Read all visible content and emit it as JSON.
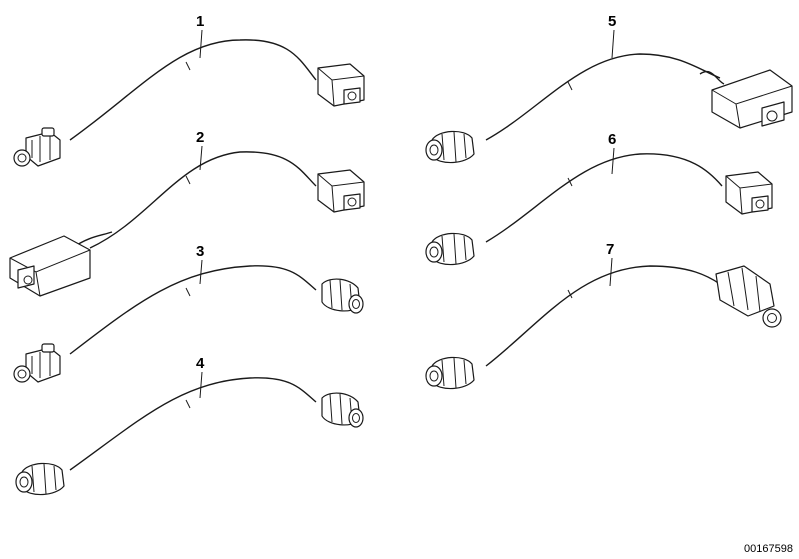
{
  "diagram": {
    "parts": [
      {
        "number": "1"
      },
      {
        "number": "2"
      },
      {
        "number": "3"
      },
      {
        "number": "4"
      },
      {
        "number": "5"
      },
      {
        "number": "6"
      },
      {
        "number": "7"
      }
    ],
    "diagram_id": "00167598"
  }
}
